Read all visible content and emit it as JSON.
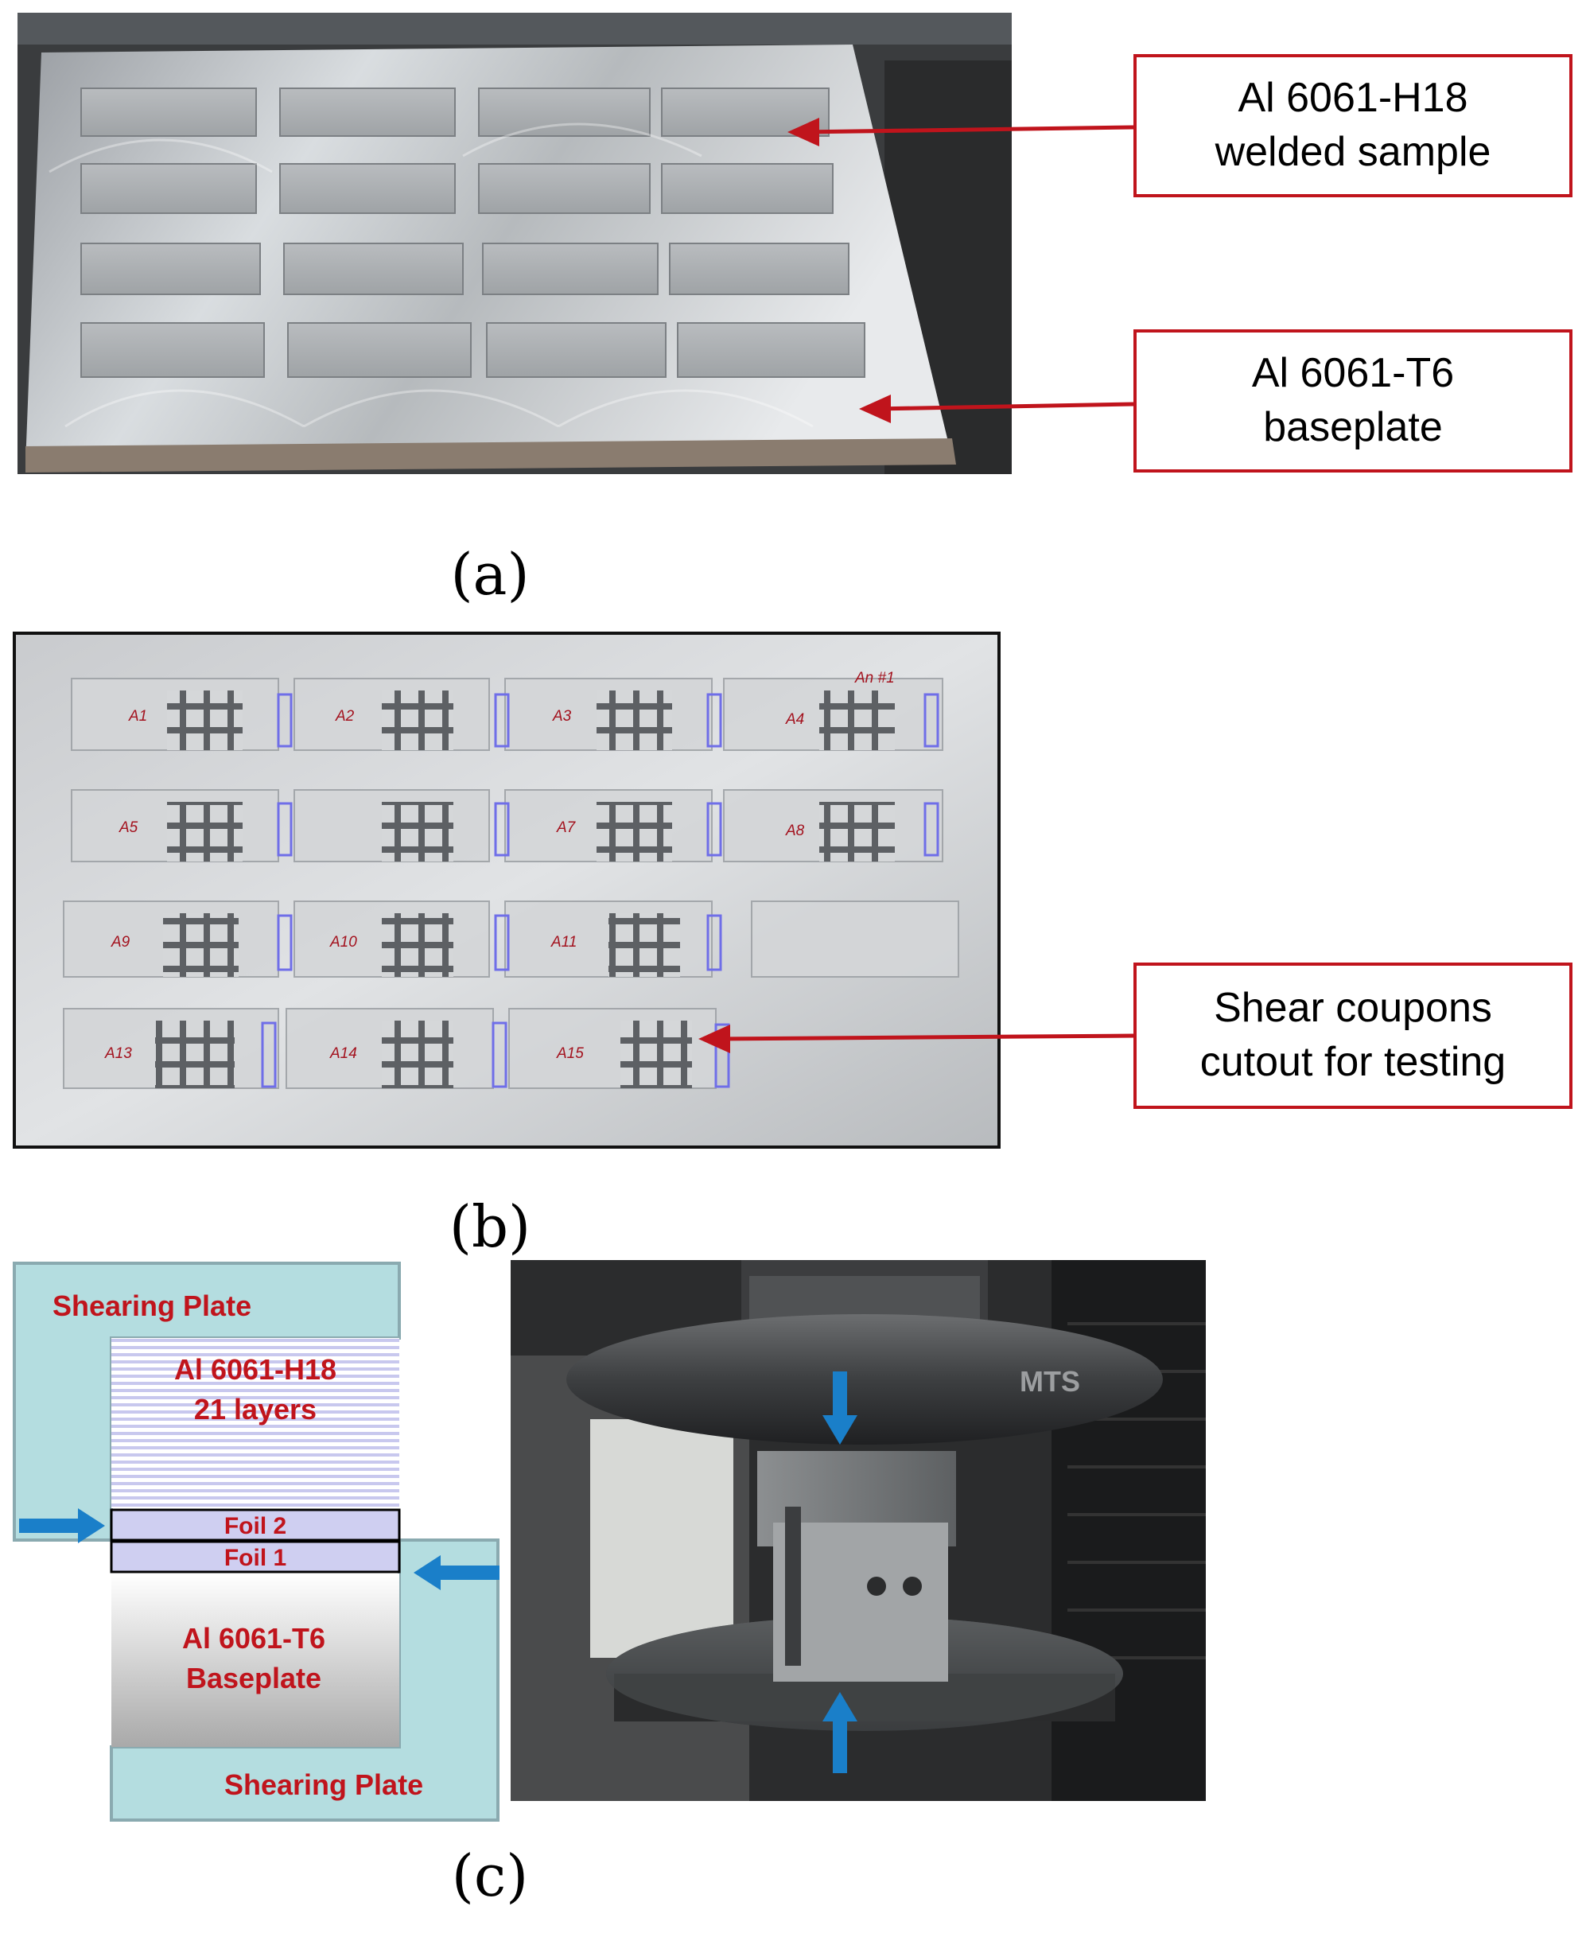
{
  "panels": {
    "a": {
      "label": "(a)",
      "callouts": [
        {
          "line1": "Al 6061-H18",
          "line2": "welded sample"
        },
        {
          "line1": "Al 6061-T6",
          "line2": "baseplate"
        }
      ]
    },
    "b": {
      "label": "(b)",
      "plate_note": "An #1",
      "samples": [
        "A1",
        "A2",
        "A3",
        "A4",
        "A5",
        "A7",
        "A8",
        "A9",
        "A10",
        "A11",
        "A13",
        "A14",
        "A15"
      ],
      "callout": {
        "line1": "Shear coupons",
        "line2": "cutout for testing"
      }
    },
    "c": {
      "label": "(c)",
      "schematic": {
        "top_plate": "Shearing Plate",
        "h18_line1": "Al 6061-H18",
        "h18_line2": "21 layers",
        "foil2": "Foil 2",
        "foil1": "Foil 1",
        "t6_line1": "Al 6061-T6",
        "t6_line2": "Baseplate",
        "bottom_plate": "Shearing Plate"
      },
      "photo": {
        "brand": "MTS"
      }
    }
  },
  "colors": {
    "callout_border": "#c0141c",
    "arrow_red": "#c0141c",
    "arrow_blue": "#1a7fc9",
    "plate_fill": "#b4dde0",
    "highlight_box": "#6f6ee8"
  }
}
